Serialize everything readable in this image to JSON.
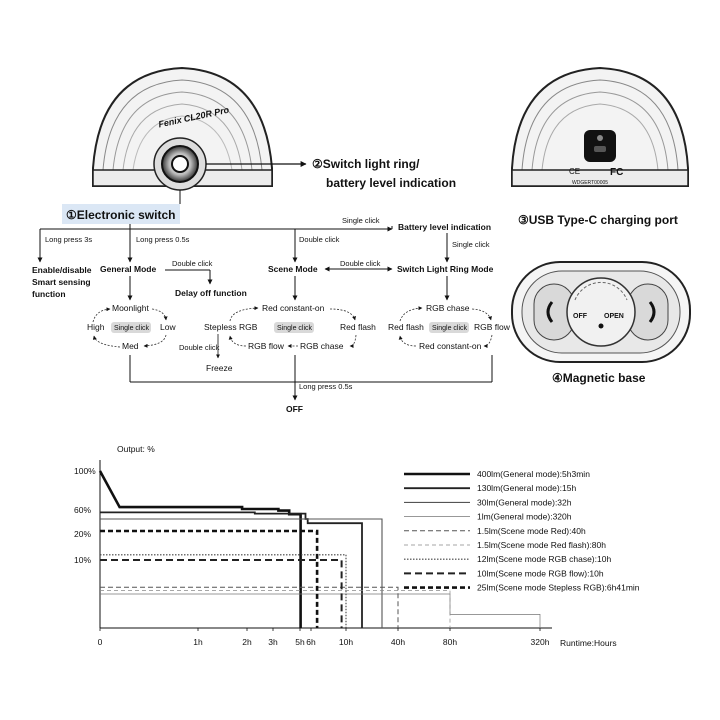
{
  "device_labels": {
    "brand": "Fenix CL20R Pro",
    "switch_ring_line1": "②Switch light ring/",
    "switch_ring_line2": "battery level indication",
    "electronic_switch": "①Electronic switch",
    "usb_port": "③USB Type-C charging port",
    "magnetic_base": "④Magnetic base",
    "base_off": "OFF",
    "base_open": "OPEN",
    "back_small": "WDGERT00005"
  },
  "flow": {
    "long_press_3s": "Long press 3s",
    "long_press_05s": "Long press 0.5s",
    "double_click": "Double click",
    "single_click": "Single click",
    "battery_level": "Battery level indication",
    "enable_line1": "Enable/disable",
    "enable_line2": "Smart sensing",
    "enable_line3": "function",
    "general_mode": "General Mode",
    "scene_mode": "Scene Mode",
    "switch_ring_mode": "Switch Light Ring Mode",
    "delay_off": "Delay off function",
    "moonlight": "Moonlight",
    "high": "High",
    "low": "Low",
    "med": "Med",
    "red_constant_on": "Red constant-on",
    "stepless_rgb": "Stepless RGB",
    "red_flash": "Red flash",
    "rgb_flow": "RGB flow",
    "rgb_chase": "RGB chase",
    "freeze": "Freeze",
    "long_press_05s_b": "Long press 0.5s",
    "off": "OFF"
  },
  "chart_data": {
    "type": "line",
    "ylabel": "Output: %",
    "xlabel": "Runtime:Hours",
    "y_ticks": [
      "100%",
      "60%",
      "20%",
      "10%"
    ],
    "x_ticks": [
      "0",
      "1h",
      "2h",
      "3h",
      "5h",
      "6h",
      "10h",
      "40h",
      "80h",
      "320h"
    ],
    "series": [
      {
        "name": "400lm(General mode):5h3min",
        "style": "solid-thick",
        "color": "#111111",
        "points": [
          [
            0,
            100
          ],
          [
            0.2,
            63
          ],
          [
            1.9,
            63
          ],
          [
            1.9,
            61
          ],
          [
            3.4,
            61
          ],
          [
            3.4,
            59
          ],
          [
            4.2,
            59
          ],
          [
            4.2,
            53
          ],
          [
            5.05,
            53
          ],
          [
            5.05,
            0
          ]
        ]
      },
      {
        "name": "130lm(General mode):15h",
        "style": "solid-medium",
        "color": "#222222",
        "points": [
          [
            0,
            56
          ],
          [
            2.3,
            56
          ],
          [
            2.3,
            54
          ],
          [
            5.5,
            54
          ],
          [
            5.5,
            45
          ],
          [
            5.7,
            45
          ],
          [
            5.7,
            38
          ],
          [
            12,
            38
          ],
          [
            12,
            0
          ]
        ]
      },
      {
        "name": "30lm(General mode):32h",
        "style": "solid-thin",
        "color": "#555555",
        "points": [
          [
            0,
            45
          ],
          [
            22,
            45
          ],
          [
            22,
            0
          ]
        ]
      },
      {
        "name": "1lm(General mode):320h",
        "style": "solid-hair",
        "color": "#777777",
        "points": [
          [
            0,
            5
          ],
          [
            80,
            5
          ],
          [
            80,
            2
          ],
          [
            320,
            2
          ],
          [
            320,
            0
          ]
        ]
      },
      {
        "name": "1.5lm(Scene mode Red):40h",
        "style": "dash-thin",
        "color": "#555555",
        "points": [
          [
            0,
            6
          ],
          [
            40,
            6
          ],
          [
            40,
            0
          ]
        ]
      },
      {
        "name": "1.5lm(Scene mode Red flash):80h",
        "style": "dash-hair",
        "color": "#888888",
        "points": [
          [
            0,
            5.5
          ],
          [
            80,
            5.5
          ],
          [
            80,
            0
          ]
        ]
      },
      {
        "name": "12lm(Scene mode RGB chase):10h",
        "style": "dotted",
        "color": "#444444",
        "points": [
          [
            0,
            12
          ],
          [
            10,
            12
          ],
          [
            10,
            0
          ]
        ]
      },
      {
        "name": "10lm(Scene mode RGB flow):10h",
        "style": "dash-thick",
        "color": "#222222",
        "points": [
          [
            0,
            10
          ],
          [
            9.5,
            10
          ],
          [
            9.5,
            0
          ]
        ]
      },
      {
        "name": "25lm(Scene mode Stepless RGB):6h41min",
        "style": "dash-bold",
        "color": "#111111",
        "points": [
          [
            0,
            25
          ],
          [
            6.7,
            25
          ],
          [
            6.7,
            0
          ]
        ]
      }
    ]
  }
}
